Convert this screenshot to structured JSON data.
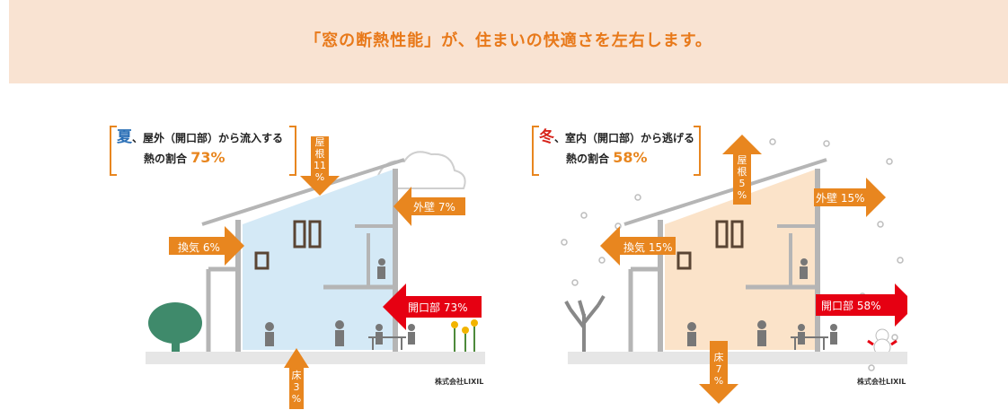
{
  "headline": "「窓の断熱性能」が、住まいの快適さを左右します。",
  "colors": {
    "accent": "#e8861f",
    "red": "#d7231a",
    "summer_fill": "#d4e9f6",
    "winter_fill": "#fbe3c9"
  },
  "summer": {
    "season": "夏",
    "caption_rest": "、屋外（開口部）から流入する",
    "caption_line2": "熱の割合",
    "percent": "73%",
    "roof_label": "屋根 11 %",
    "wall_label": "外壁 7%",
    "vent_label": "換気 6%",
    "opening_label": "開口部 73%",
    "floor_label": "床 3 %",
    "credit": "株式会社LIXIL"
  },
  "winter": {
    "season": "冬",
    "caption_rest": "、室内（開口部）から逃げる",
    "caption_line2": "熱の割合",
    "percent": "58%",
    "roof_label": "屋根 5 %",
    "wall_label": "外壁 15%",
    "vent_label": "換気 15%",
    "opening_label": "開口部 58%",
    "floor_label": "床 7 %",
    "credit": "株式会社LIXIL"
  }
}
